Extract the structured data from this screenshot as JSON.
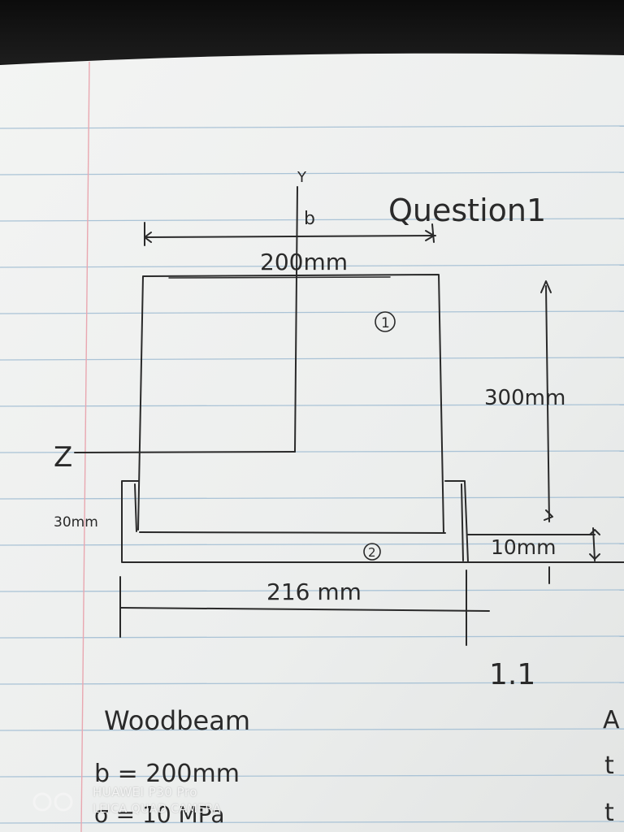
{
  "colors": {
    "paper": "#eef0ef",
    "rule_line": "#aac3d6",
    "margin_line": "#e9a7b0",
    "ink": "#2a2a2a"
  },
  "diagram": {
    "title": "Question1",
    "axis_y": "Y",
    "axis_y_sub": "b",
    "axis_z": "Z",
    "dim_top": "200mm",
    "dim_right": "300mm",
    "dim_left": "30mm",
    "dim_bottom": "216 mm",
    "dim_plate": "10mm",
    "part1": "1",
    "part2": "2",
    "figure_label": "1.1"
  },
  "notes": {
    "line1": "Woodbeam",
    "line2": "b = 200mm",
    "line3": "σ = 10 MPa",
    "right_frag1": "A",
    "right_frag2": "t",
    "right_frag3": "t"
  },
  "watermark": {
    "icon": "huawei-leica-logo-icon",
    "line1": "HUAWEI P30 Pro",
    "line2": "LEICA QUAD CAMERA"
  }
}
